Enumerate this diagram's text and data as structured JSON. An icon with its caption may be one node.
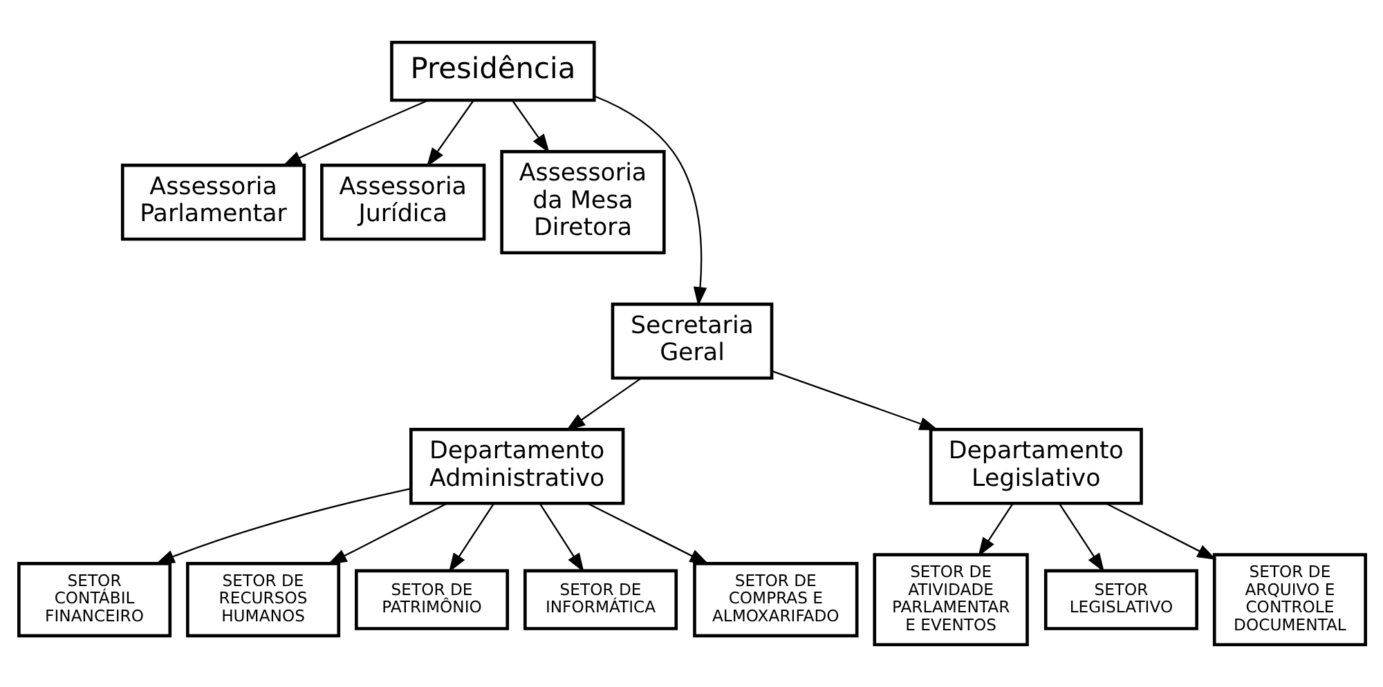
{
  "diagram": {
    "nodes": [
      {
        "text": [
          "Presidência"
        ]
      },
      {
        "text": [
          "Assessoria Parlamentar"
        ]
      },
      {
        "text": [
          "Assessoria Jurídica"
        ]
      },
      {
        "text": [
          "Assessoria da Mesa Diretora"
        ]
      },
      {
        "text": [
          "Secretaria Geral"
        ]
      },
      {
        "text": [
          "Departamento Administrativo"
        ]
      },
      {
        "text": [
          "Departamento Legislativo"
        ]
      },
      {
        "text": [
          "SETOR CONTÁBIL FINANCEIRO"
        ]
      },
      {
        "text": [
          "SETOR DE RECURSOS HUMANOS"
        ]
      },
      {
        "text": [
          "SETOR DE PATRIMÔNIO"
        ]
      },
      {
        "text": [
          "SETOR DE INFORMÁTICA"
        ]
      },
      {
        "text": [
          "SETOR DE COMPRAS E ALMOXARIFADO"
        ]
      },
      {
        "text": [
          "SETOR DE ATIVIDADE PARLAMENTAR E EVENTOS"
        ]
      },
      {
        "text": [
          "SETOR LEGISLATIVO"
        ]
      },
      {
        "text": [
          "SETOR DE ARQUIVO E CONTROLE DOCUMENTAL"
        ]
      }
    ],
    "edges": [
      {
        "from": 0,
        "to": 1,
        "arrow": "to"
      },
      {
        "from": 0,
        "to": 2,
        "arrow": "to"
      },
      {
        "from": 0,
        "to": 3,
        "arrow": "to"
      },
      {
        "from": 0,
        "to": 4,
        "arrow": "to"
      },
      {
        "from": 4,
        "to": 5,
        "arrow": "to"
      },
      {
        "from": 4,
        "to": 6,
        "arrow": "to"
      },
      {
        "from": 5,
        "to": 7,
        "arrow": "to"
      },
      {
        "from": 5,
        "to": 8,
        "arrow": "to"
      },
      {
        "from": 5,
        "to": 9,
        "arrow": "to"
      },
      {
        "from": 5,
        "to": 10,
        "arrow": "to"
      },
      {
        "from": 5,
        "to": 11,
        "arrow": "to"
      },
      {
        "from": 6,
        "to": 12,
        "arrow": "to"
      },
      {
        "from": 6,
        "to": 13,
        "arrow": "to"
      },
      {
        "from": 6,
        "to": 14,
        "arrow": "to"
      }
    ]
  }
}
